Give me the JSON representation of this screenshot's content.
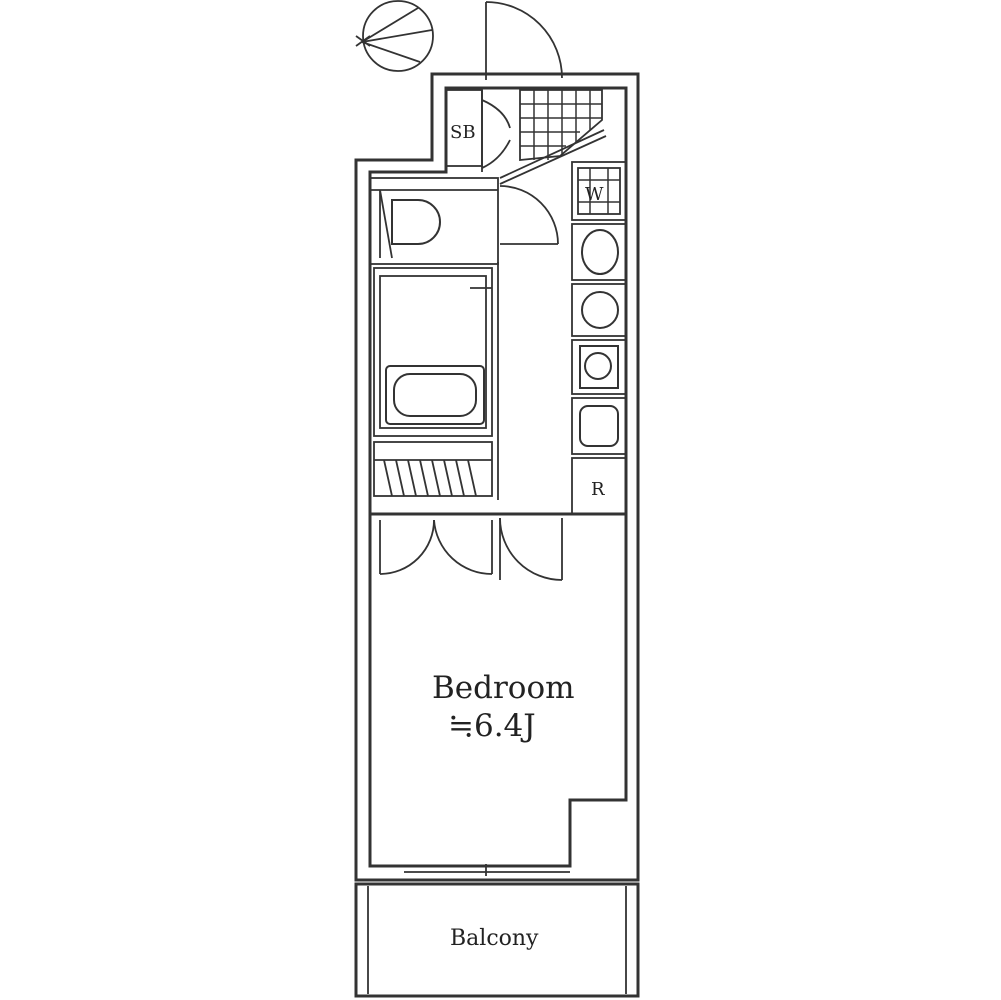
{
  "labels": {
    "shoe_box": "SB",
    "washer": "W",
    "refrigerator": "R",
    "bedroom": "Bedroom",
    "bedroom_size": "≒6.4J",
    "balcony": "Balcony"
  },
  "icons": [
    "compass-icon",
    "toilet-icon",
    "bathtub-icon",
    "sink-icon",
    "stove-icon"
  ]
}
